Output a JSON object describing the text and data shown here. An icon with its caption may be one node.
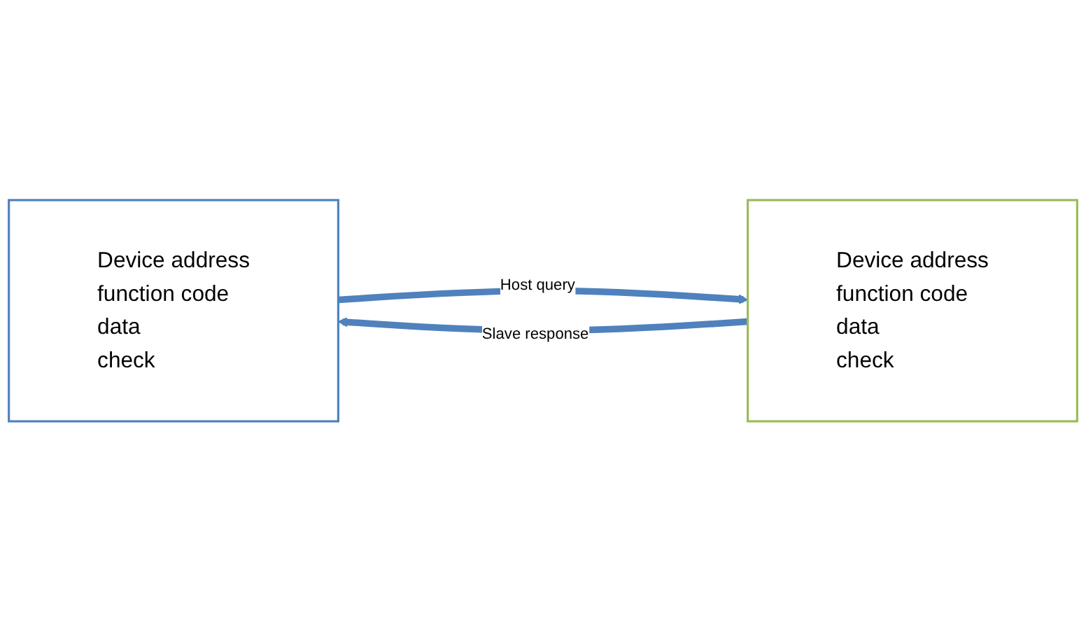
{
  "diagram": {
    "nodes": [
      {
        "text": [
          "Device address",
          "function code",
          "data",
          "check"
        ]
      },
      {
        "text": [
          "Device address",
          "function code",
          "data",
          "check"
        ]
      }
    ],
    "edges": [
      {
        "from": 0,
        "to": 1,
        "arrow": "to",
        "label": "Host query"
      },
      {
        "from": 1,
        "to": 0,
        "arrow": "to",
        "label": "Slave response"
      }
    ]
  }
}
